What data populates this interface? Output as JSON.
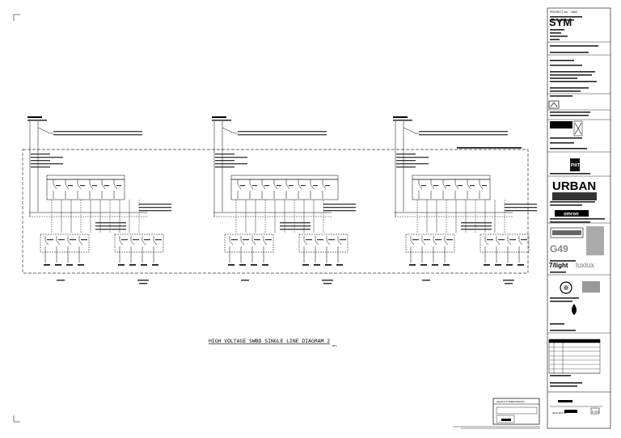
{
  "drawing": {
    "title": "HIGH VOLTAGE SWBD SINGLE LINE DIAGRAM 2",
    "scale_note": "NTS"
  },
  "title_block": {
    "header_left": "PROJECT No.",
    "header_right": "1804",
    "firm_logo": "SYM",
    "partner_logos": [
      "URBAN",
      "omron",
      "G49",
      "7/light",
      "luxlux",
      "PIXT"
    ],
    "drawing_no": "AE-E-ELV-02",
    "sheet_label": "SHEET",
    "sheet_no": "E-5201"
  },
  "stamp": {
    "heading": "AQUILA TOWERS/MAGS"
  },
  "logo_colors": {
    "ink": "#000000",
    "paper": "#ffffff",
    "gray": "#888888"
  }
}
